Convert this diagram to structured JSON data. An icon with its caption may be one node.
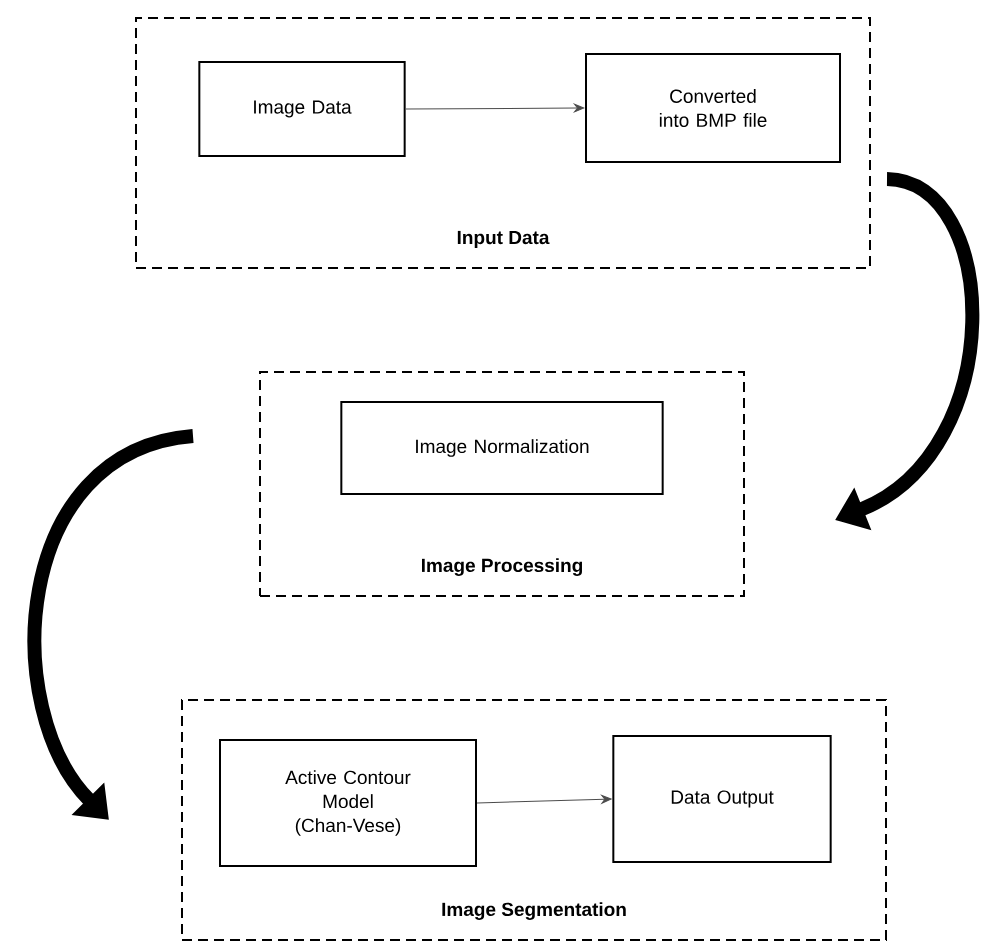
{
  "diagram": {
    "nodes": [
      {
        "text": [
          "Input Data"
        ]
      },
      {
        "text": [
          "Image Data"
        ],
        "in": 0
      },
      {
        "text": [
          "Converted into BMP file"
        ],
        "in": 0
      },
      {
        "text": [
          "Image Processing"
        ]
      },
      {
        "text": [
          "Image Normalization"
        ],
        "in": 3
      },
      {
        "text": [
          "Image Segmentation"
        ]
      },
      {
        "text": [
          "Active Contour Model (Chan-Vese)"
        ],
        "in": 5
      },
      {
        "text": [
          "Data Output"
        ],
        "in": 5
      }
    ],
    "edges": [
      {
        "from": 1,
        "to": 2,
        "arrow": "to"
      },
      {
        "from": 0,
        "to": 3,
        "arrow": "to",
        "style": "thick"
      },
      {
        "from": 3,
        "to": 5,
        "arrow": "to",
        "style": "thick"
      },
      {
        "from": 6,
        "to": 7,
        "arrow": "to"
      }
    ]
  }
}
